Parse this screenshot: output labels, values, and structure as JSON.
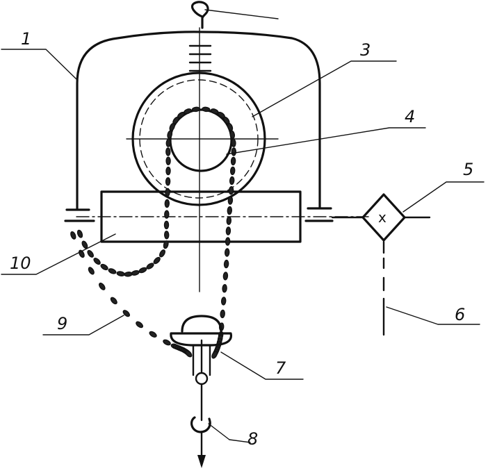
{
  "labels": {
    "l1": "1",
    "l3": "3",
    "l4": "4",
    "l5": "5",
    "l5_symbol": "x",
    "l6": "6",
    "l7": "7",
    "l8": "8",
    "l9": "9",
    "l10": "10"
  },
  "colors": {
    "ink": "#111111",
    "background": "#ffffff"
  }
}
